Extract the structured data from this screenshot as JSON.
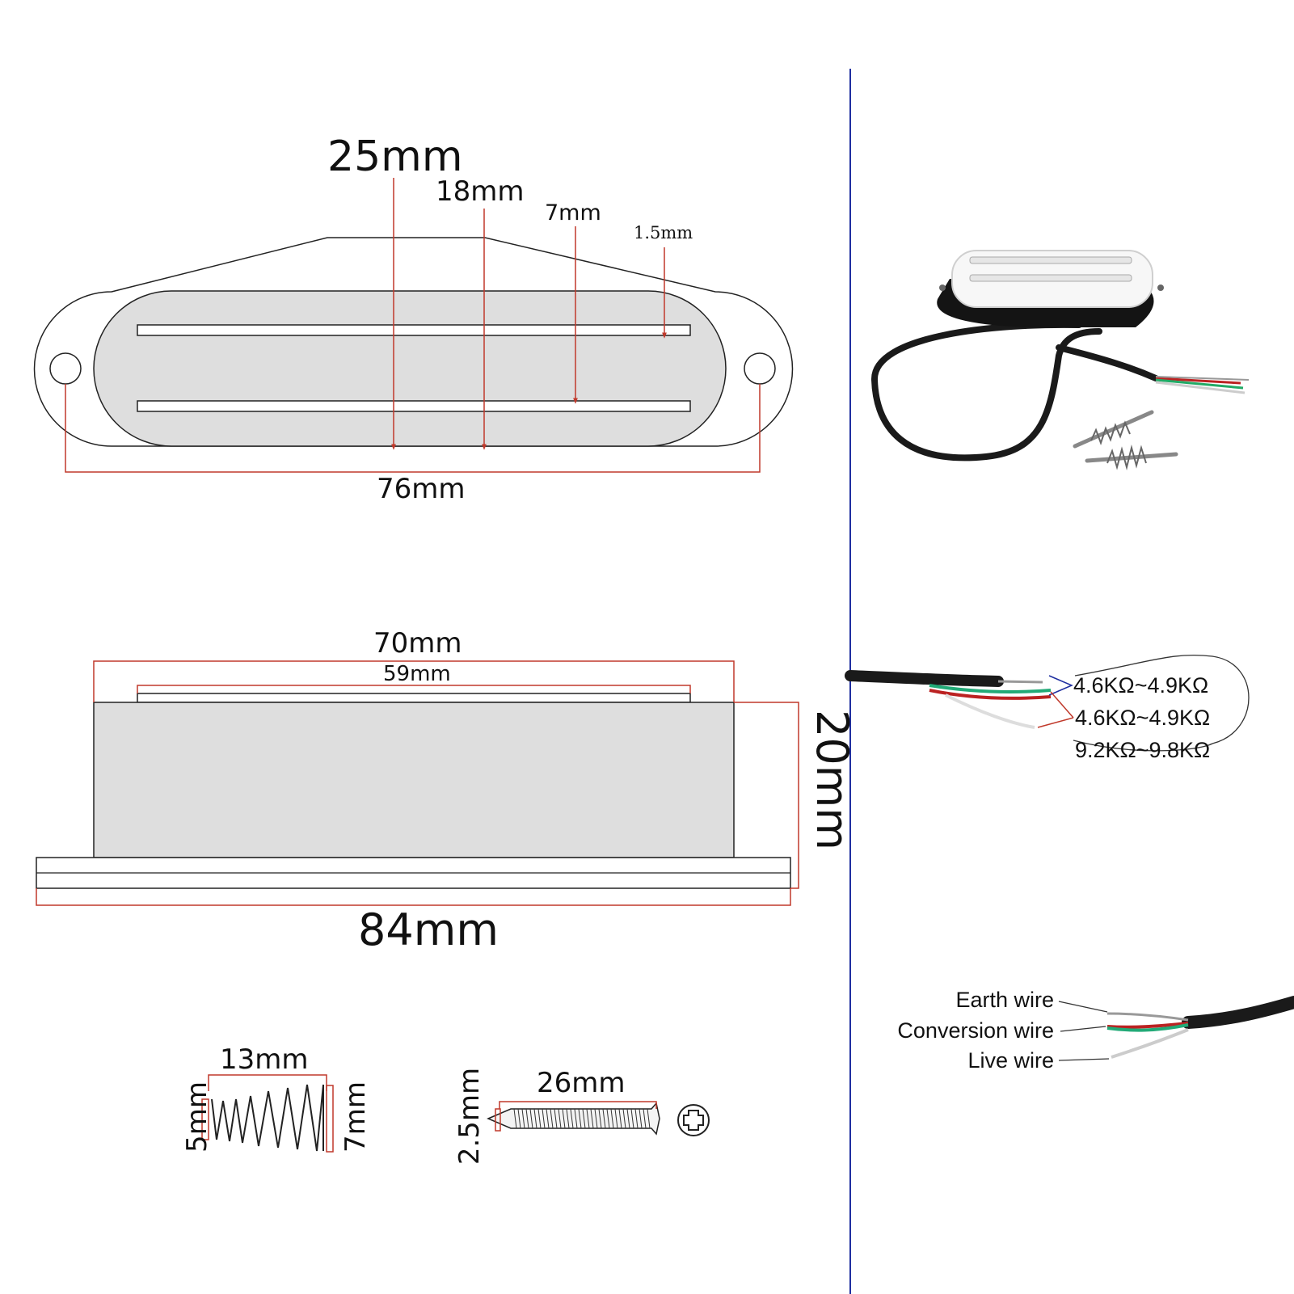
{
  "top_view": {
    "dim_height_outer": "25mm",
    "dim_height_cover": "18mm",
    "dim_rail_gap": "7mm",
    "dim_rail_width": "1.5mm",
    "dim_hole_spacing": "76mm"
  },
  "side_view": {
    "dim_cover_length": "70mm",
    "dim_top_length": "59mm",
    "dim_height": "20mm",
    "dim_base_length": "84mm"
  },
  "hardware": {
    "spring_length": "13mm",
    "spring_small_diameter": "5mm",
    "spring_large_diameter": "7mm",
    "screw_length": "26mm",
    "screw_diameter": "2.5mm"
  },
  "resistance": {
    "pair1": "4.6KΩ~4.9KΩ",
    "pair2": "4.6KΩ~4.9KΩ",
    "total": "9.2KΩ~9.8KΩ"
  },
  "wires": {
    "earth": "Earth wire",
    "conversion": "Conversion wire",
    "live": "Live wire"
  },
  "colors": {
    "dimension_line": "#c0392b",
    "divider": "#1f2fa0",
    "pickup_body": "#dedede",
    "outline": "#222222"
  }
}
